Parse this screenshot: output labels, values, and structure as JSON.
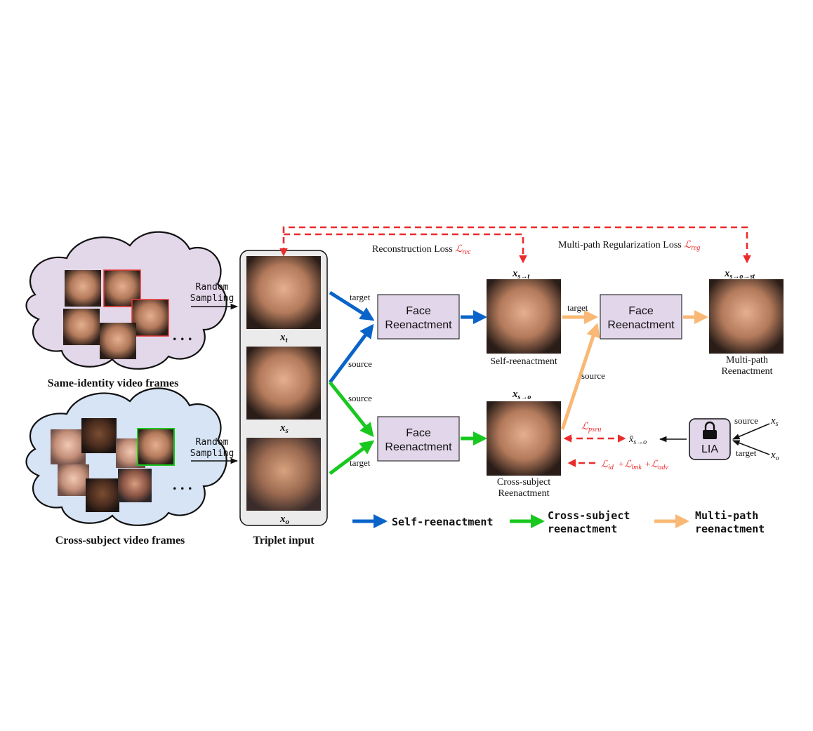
{
  "labels": {
    "random_sampling_line1": "Random",
    "random_sampling_line2": "Sampling",
    "same_identity": "Same-identity video frames",
    "cross_subject_frames": "Cross-subject video frames",
    "triplet_input": "Triplet input",
    "ellipsis": ". . .",
    "xt": "x",
    "xt_sub": "t",
    "xs": "x",
    "xs_sub": "s",
    "xo": "x",
    "xo_sub": "o",
    "target": "target",
    "source": "source",
    "face_reenactment_line1": "Face",
    "face_reenactment_line2": "Reenactment",
    "reconstruction_loss": "Reconstruction Loss ",
    "reconstruction_loss_symbol": "ℒ",
    "reconstruction_loss_sub": "rec",
    "multipath_loss": "Multi-path Regularization Loss ",
    "multipath_loss_symbol": "ℒ",
    "multipath_loss_sub": "reg",
    "x_s_to_t": "x",
    "x_s_to_t_sub": "s→t",
    "x_s_to_o": "x",
    "x_s_to_o_sub": "s→o",
    "x_s_o_st": "x",
    "x_s_o_st_sub": "s→o→st",
    "self_reenactment_caption": "Self-reenactment",
    "cross_subject_caption_line1": "Cross-subject",
    "cross_subject_caption_line2": "Reenactment",
    "multipath_caption_line1": "Multi-path",
    "multipath_caption_line2": "Reenactment",
    "lia": "LIA",
    "l_pseu_symbol": "ℒ",
    "l_pseu_sub": "pseu",
    "x_hat": "x̂",
    "x_hat_sub": "s→o",
    "loss_id": "ℒ",
    "loss_id_sub": "id",
    "loss_lmk": "+ℒ",
    "loss_lmk_sub": "lmk",
    "loss_adv": "+ℒ",
    "loss_adv_sub": "adv"
  },
  "legend": {
    "self": "Self-reenactment",
    "cross_line1": "Cross-subject",
    "cross_line2": "reenactment",
    "multi_line1": "Multi-path",
    "multi_line2": "reenactment"
  },
  "colors": {
    "blue": "#0a63c9",
    "green": "#19c81f",
    "orange": "#f9b875",
    "red": "#ec2b2b",
    "box_fill": "#e2d6ea",
    "cloud_purple": "#e3d7ea",
    "cloud_blue": "#d6e4f5"
  }
}
